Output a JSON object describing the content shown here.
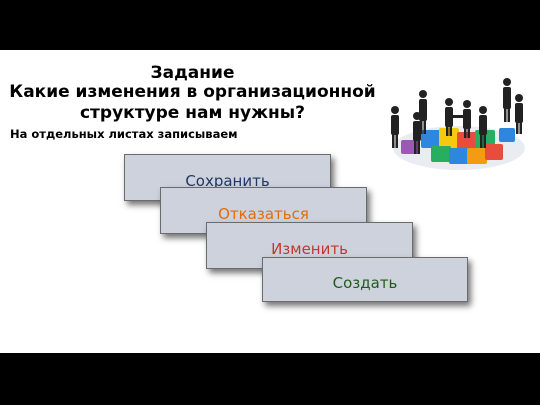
{
  "title": {
    "line1": "Задание",
    "line2": "Какие изменения в организационной",
    "line3": "структуре нам нужны?"
  },
  "subtitle": "На отдельных листах записываем",
  "options": [
    {
      "label": "Сохранить",
      "color": "#1f3864"
    },
    {
      "label": "Отказаться",
      "color": "#e36c09"
    },
    {
      "label": "Изменить",
      "color": "#c0392b"
    },
    {
      "label": "Создать",
      "color": "#1e5c1e"
    }
  ],
  "illustration": {
    "icon": "business-people-puzzle-icon"
  }
}
